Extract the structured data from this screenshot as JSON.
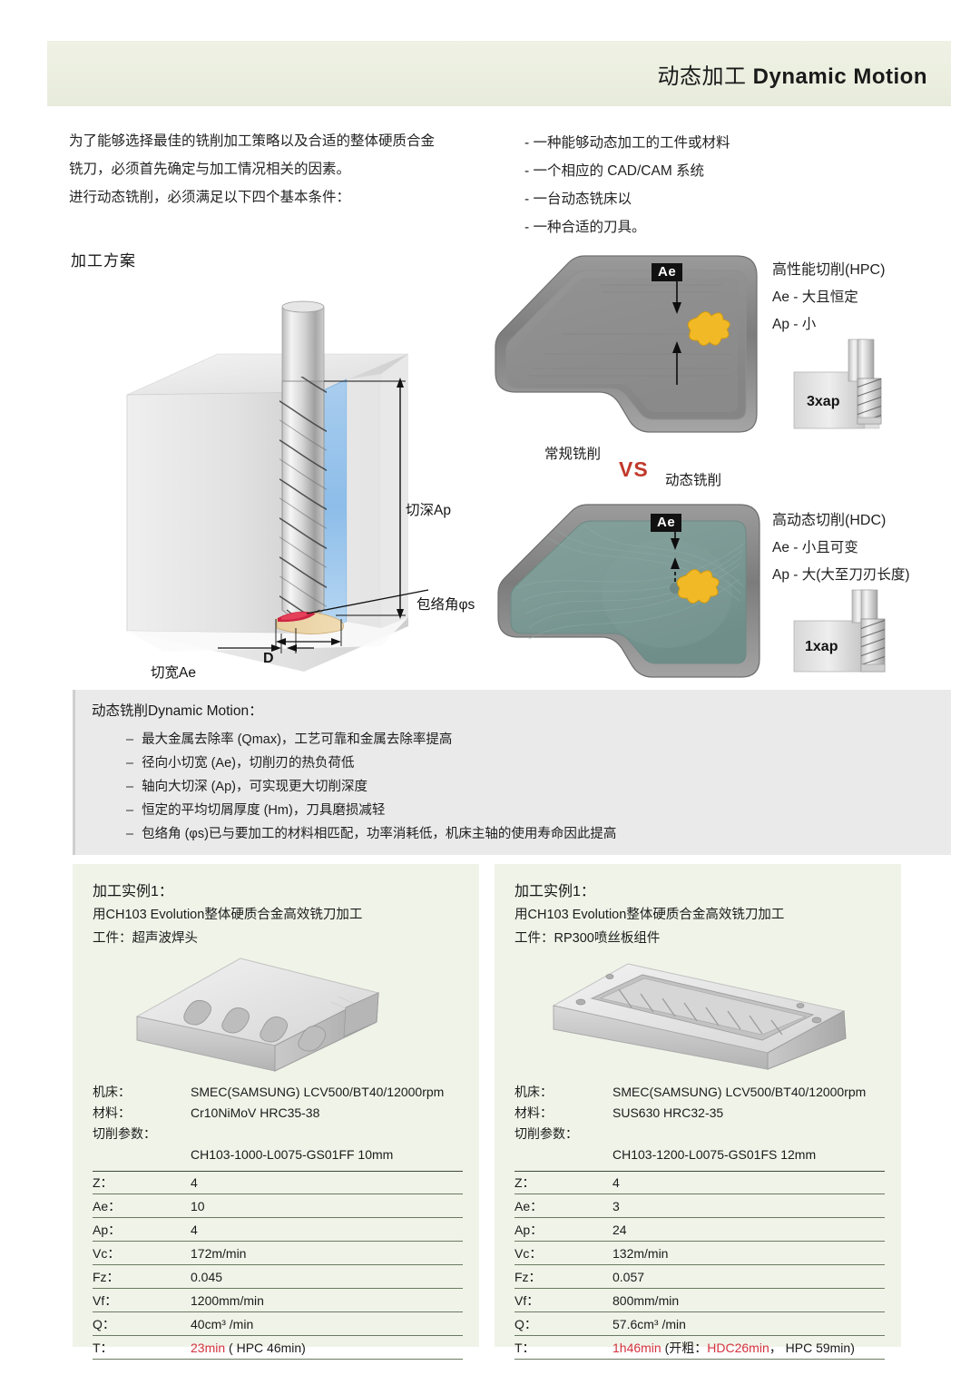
{
  "header": {
    "title_cn": "动态加工",
    "title_en": "Dynamic Motion"
  },
  "intro": {
    "left": [
      "为了能够选择最佳的铣削加工策略以及合适的整体硬质合金",
      "铣刀，必须首先确定与加工情况相关的因素。",
      "进行动态铣削，必须满足以下四个基本条件："
    ],
    "right": [
      "- 一种能够动态加工的工件或材料",
      "- 一个相应的 CAD/CAM 系统",
      "- 一台动态铣床以",
      "- 一种合适的刀具。"
    ]
  },
  "section_label": "加工方案",
  "illustration": {
    "label_ap": "切深Ap",
    "label_phis": "包络角φs",
    "label_ae": "切宽Ae",
    "label_d": "D"
  },
  "pockets": {
    "hpc_ae_tag": "Ae",
    "hdc_ae_tag": "Ae"
  },
  "vs": {
    "left": "常规铣削",
    "mid": "VS",
    "right": "动态铣削",
    "color": "#c0392b"
  },
  "side_hpc": {
    "title": "高性能切削(HPC)",
    "line1": "Ae - 大且恒定",
    "line2": "Ap - 小"
  },
  "side_hdc": {
    "title": "高动态切削(HDC)",
    "line1": "Ae - 小且可变",
    "line2": "Ap - 大(大至刀刃长度)"
  },
  "insets": {
    "hpc_tag": "3xap",
    "hdc_tag": "1xap"
  },
  "info_box": {
    "title": "动态铣削Dynamic Motion：",
    "items": [
      "最大金属去除率 (Qmax)，工艺可靠和金属去除率提高",
      "径向小切宽 (Ae)，切削刃的热负荷低",
      "轴向大切深 (Ap)，可实现更大切削深度",
      "恒定的平均切屑厚度 (Hm)，刀具磨损减轻",
      "包络角 (φs)已与要加工的材料相匹配，功率消耗低，机床主轴的使用寿命因此提高"
    ],
    "dash": "–"
  },
  "cases": [
    {
      "title": "加工实例1：",
      "subtitle": "用CH103 Evolution整体硬质合金高效铣刀加工",
      "workpiece": "工件：超声波焊头",
      "specs": [
        {
          "k": "机床：",
          "v": "SMEC(SAMSUNG) LCV500/BT40/12000rpm"
        },
        {
          "k": "材料：",
          "v": "Cr10NiMoV HRC35-38"
        },
        {
          "k": "切削参数：",
          "v": ""
        }
      ],
      "tool_code": "CH103-1000-L0075-GS01FF   10mm",
      "params": [
        {
          "k": "Z：",
          "v": "4"
        },
        {
          "k": "Ae：",
          "v": "10"
        },
        {
          "k": "Ap：",
          "v": "4"
        },
        {
          "k": "Vc：",
          "v": "172m/min"
        },
        {
          "k": "Fz：",
          "v": "0.045"
        },
        {
          "k": "Vf：",
          "v": "1200mm/min"
        },
        {
          "k": "Q：",
          "v": "40cm³ /min"
        },
        {
          "k": "T：",
          "v_red": "23min",
          "v_rest": " ( HPC 46min)"
        }
      ]
    },
    {
      "title": "加工实例1：",
      "subtitle": "用CH103 Evolution整体硬质合金高效铣刀加工",
      "workpiece": "工件：RP300喷丝板组件",
      "specs": [
        {
          "k": "机床：",
          "v": "SMEC(SAMSUNG) LCV500/BT40/12000rpm"
        },
        {
          "k": "材料：",
          "v": "SUS630 HRC32-35"
        },
        {
          "k": "切削参数：",
          "v": ""
        }
      ],
      "tool_code": "CH103-1200-L0075-GS01FS   12mm",
      "params": [
        {
          "k": "Z：",
          "v": "4"
        },
        {
          "k": "Ae：",
          "v": "3"
        },
        {
          "k": "Ap：",
          "v": "24"
        },
        {
          "k": "Vc：",
          "v": "132m/min"
        },
        {
          "k": "Fz：",
          "v": "0.057"
        },
        {
          "k": "Vf：",
          "v": "800mm/min"
        },
        {
          "k": "Q：",
          "v": "57.6cm³ /min"
        },
        {
          "k": "T：",
          "v_red": "1h46min",
          "v_mid": " (开粗：",
          "v_red2": "HDC26min",
          "v_rest": "，   HPC 59min)"
        }
      ]
    }
  ],
  "colors": {
    "header_band": "#eceFe0",
    "info_box": "#eaeaea",
    "case_card": "#f0f3e8",
    "accent_red": "#d4333f",
    "pocket_gray": "#8a8a8a",
    "pocket_teal": "#7d9a95"
  }
}
